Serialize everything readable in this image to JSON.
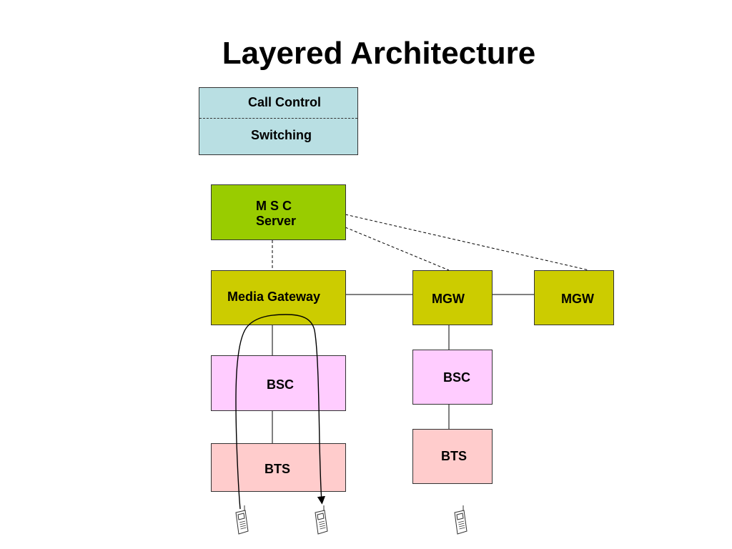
{
  "title": "Layered Architecture",
  "legend": {
    "top": "Call Control",
    "bottom": "Switching"
  },
  "nodes": {
    "msc": "M S C\nServer",
    "mgw_main": "Media Gateway",
    "mgw_2": "MGW",
    "mgw_3": "MGW",
    "bsc_1": "BSC",
    "bsc_2": "BSC",
    "bts_1": "BTS",
    "bts_2": "BTS"
  },
  "phones": [
    "mobile-phone-icon",
    "mobile-phone-icon",
    "mobile-phone-icon"
  ]
}
